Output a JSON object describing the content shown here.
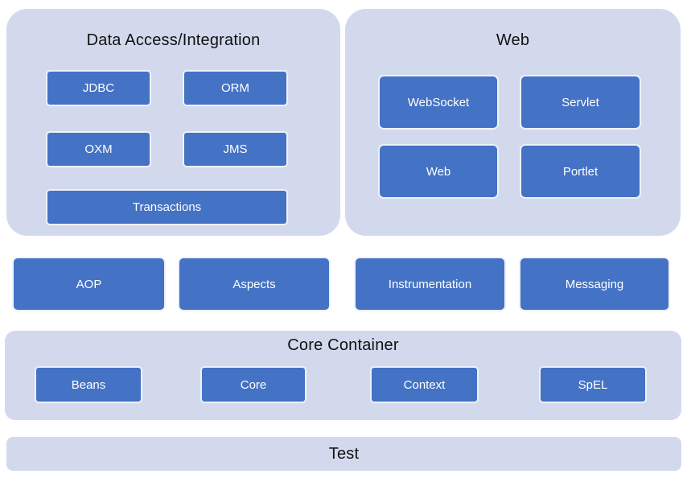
{
  "colors": {
    "panel_bg": "#d3d9ed",
    "box_fill": "#4472c4",
    "box_border": "#eef1fa",
    "box_text": "#ffffff",
    "title_text": "#111111",
    "page_bg": "#ffffff"
  },
  "data_access": {
    "title": "Data Access/Integration",
    "items": [
      "JDBC",
      "ORM",
      "OXM",
      "JMS",
      "Transactions"
    ]
  },
  "web": {
    "title": "Web",
    "items": [
      "WebSocket",
      "Servlet",
      "Web",
      "Portlet"
    ]
  },
  "middleware": {
    "items": [
      "AOP",
      "Aspects",
      "Instrumentation",
      "Messaging"
    ]
  },
  "core_container": {
    "title": "Core Container",
    "items": [
      "Beans",
      "Core",
      "Context",
      "SpEL"
    ]
  },
  "test": {
    "title": "Test"
  }
}
